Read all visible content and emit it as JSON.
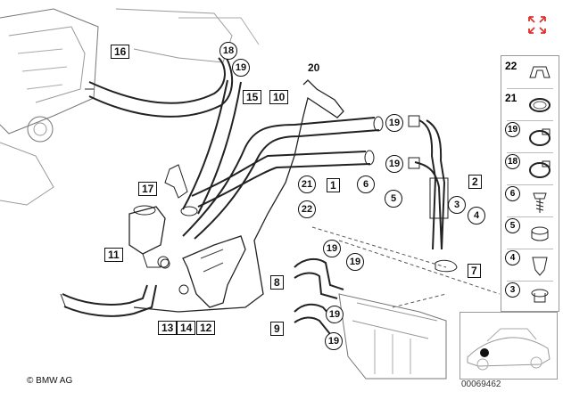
{
  "copyright": "© BMW AG",
  "diagram_id": "00069462",
  "callouts": {
    "c16": "16",
    "c18": "18",
    "c19a": "19",
    "c20": "20",
    "c15": "15",
    "c10": "10",
    "c19b": "19",
    "c19c": "19",
    "c6": "6",
    "c2": "2",
    "c1": "1",
    "c21": "21",
    "c17": "17",
    "c5": "5",
    "c3": "3",
    "c4": "4",
    "c22": "22",
    "c11": "11",
    "c7": "7",
    "c19d": "19",
    "c19e": "19",
    "c8": "8",
    "c19f": "19",
    "c13": "13",
    "c14": "14",
    "c12": "12",
    "c9": "9",
    "c19g": "19"
  },
  "legend": {
    "items": [
      "22",
      "21",
      "19",
      "18",
      "6",
      "5",
      "4",
      "3"
    ]
  },
  "icons": {
    "expand": "expand-arrows-icon",
    "accent": "#e0312c"
  }
}
